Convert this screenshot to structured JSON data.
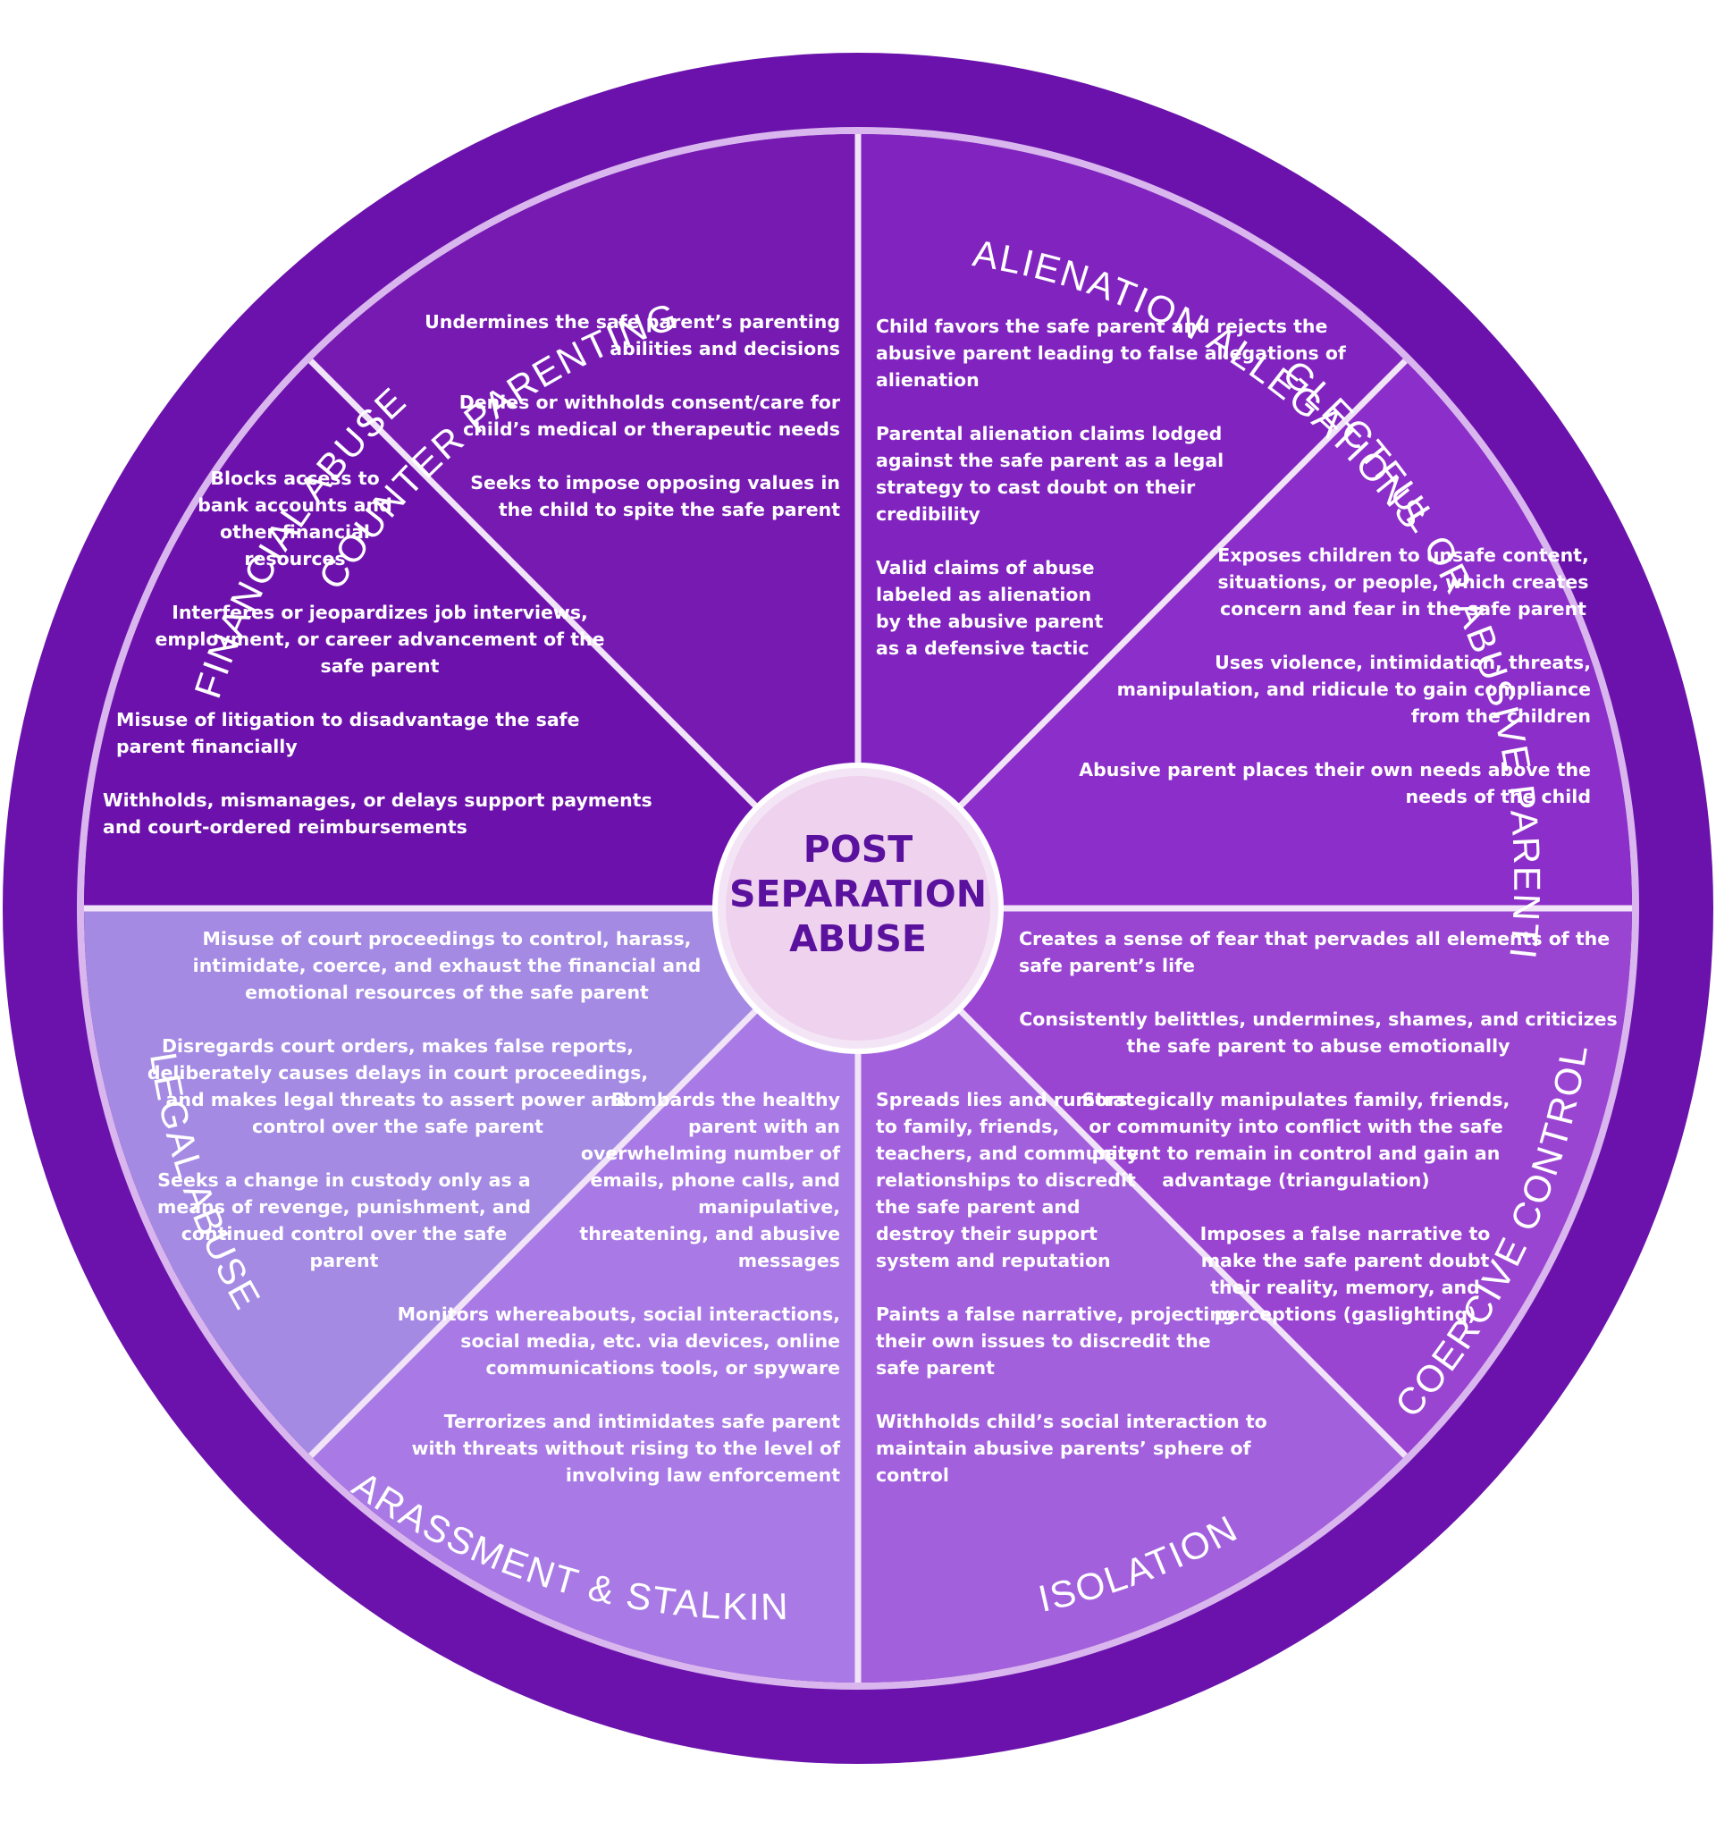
{
  "center": {
    "line1": "POST",
    "line2": "SEPARATION",
    "line3": "ABUSE"
  },
  "colors": {
    "outer_ring": "#6a12ab",
    "divider": "#f1e3f8",
    "hub": "#efd3ee",
    "hub_text": "#5a119e",
    "counter_parenting": "#761ab2",
    "alienation_allegations": "#8124bf",
    "neglectful_parenting": "#8c2ec9",
    "coercive_control": "#9a45d2",
    "isolation": "#a360dd",
    "harassment_stalking": "#a97ae5",
    "legal_abuse": "#a48ae3",
    "financial_abuse": "#6c11ab"
  },
  "segments": {
    "counter_parenting": {
      "title": "COUNTER PARENTING",
      "items": [
        "Undermines the safe parent’s parenting abilities and decisions",
        "Denies or withholds consent/care for child’s medical or therapeutic needs",
        "Seeks to impose opposing values in the child to spite the safe parent"
      ]
    },
    "alienation_allegations": {
      "title": "ALIENATION ALLEGATIONS",
      "items": [
        "Child favors the safe parent and rejects the abusive parent leading to false allegations of alienation",
        "Parental alienation claims lodged against the safe parent as a legal strategy to cast doubt on their credibility",
        "Valid claims of abuse labeled as alienation by the abusive parent as a defensive tactic"
      ]
    },
    "neglectful_parenting": {
      "title": "NEGLECTFUL OR ABUSIVE PARENTING",
      "items": [
        "Exposes children to unsafe content, situations, or people, which creates concern and fear in the safe parent",
        "Uses violence, intimidation, threats, manipulation, and ridicule to gain compliance from the children",
        "Abusive parent places their own needs above the needs of the child"
      ]
    },
    "coercive_control": {
      "title": "COERCIVE CONTROL",
      "items": [
        "Creates a sense of fear that pervades all elements of the safe parent’s life",
        "Consistently belittles, undermines, shames, and criticizes the safe parent to abuse emotionally",
        "Strategically manipulates family, friends, or community into conflict with the safe parent to remain in control and gain an advantage (triangulation)",
        "Imposes a false narrative to make the safe parent doubt their reality, memory, and perceptions (gaslighting)"
      ]
    },
    "isolation": {
      "title": "ISOLATION",
      "items": [
        "Spreads lies and rumors to family, friends, teachers, and community relationships to discredit the safe parent and destroy their support system and reputation",
        "Paints a false narrative, projecting their own issues to discredit the safe parent",
        "Withholds child’s social interaction to maintain abusive parents’ sphere of control"
      ]
    },
    "harassment_stalking": {
      "title": "HARASSMENT & STALKING",
      "items": [
        "Bombards the healthy parent with an overwhelming number of emails, phone calls, and manipulative, threatening, and abusive messages",
        "Monitors whereabouts, social interactions, social media, etc. via devices, online communications tools, or spyware",
        "Terrorizes and intimidates safe parent with threats without rising to the level of involving law enforcement"
      ]
    },
    "legal_abuse": {
      "title": "LEGAL ABUSE",
      "items": [
        "Misuse of court proceedings to control, harass, intimidate, coerce, and exhaust the financial and emotional resources of the safe parent",
        "Disregards court orders, makes false reports, deliberately causes delays in court proceedings, and makes legal threats to assert power and control over the safe parent",
        "Seeks a change in custody only as a means of revenge, punishment, and continued control over the safe parent"
      ]
    },
    "financial_abuse": {
      "title": "FINANCIAL ABUSE",
      "items": [
        "Blocks access to bank accounts and other financial resources",
        "Interferes or jeopardizes job interviews, employment, or career advancement of the safe parent",
        "Misuse of litigation to disadvantage the safe parent financially",
        "Withholds, mismanages, or delays support payments and court-ordered reimbursements"
      ]
    }
  }
}
